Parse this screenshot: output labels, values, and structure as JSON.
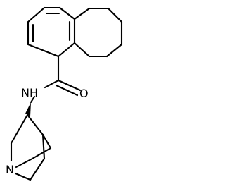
{
  "atom_labels": {
    "amide_oxygen": "O",
    "amide_nitrogen": "NH",
    "bridgehead_nitrogen": "N"
  },
  "colors": {
    "background": "#ffffff",
    "ink": "#000000"
  }
}
